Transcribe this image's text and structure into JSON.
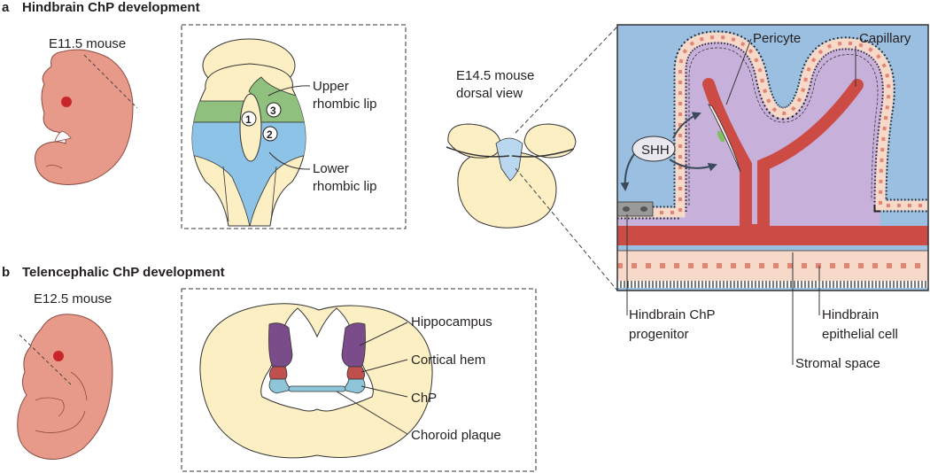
{
  "panel_a": {
    "letter": "a",
    "title": "Hindbrain ChP development",
    "stage_label": "E11.5 mouse",
    "upper_lip_1": "Upper",
    "upper_lip_2": "rhombic lip",
    "lower_lip_1": "Lower",
    "lower_lip_2": "rhombic lip",
    "region_1": "1",
    "region_2": "2",
    "region_3": "3",
    "dorsal_label_1": "E14.5 mouse",
    "dorsal_label_2": "dorsal view"
  },
  "panel_b": {
    "letter": "b",
    "title": "Telencephalic ChP development",
    "stage_label": "E12.5 mouse",
    "hippocampus": "Hippocampus",
    "cortical_hem": "Cortical hem",
    "chp": "ChP",
    "choroid_plaque": "Choroid plaque"
  },
  "detail": {
    "pericyte": "Pericyte",
    "capillary": "Capillary",
    "shh": "SHH",
    "progenitor_1": "Hindbrain ChP",
    "progenitor_2": "progenitor",
    "epithelial_1": "Hindbrain",
    "epithelial_2": "epithelial cell",
    "stromal": "Stromal space"
  },
  "colors": {
    "embryo": "#e89a8a",
    "brain_tissue": "#fdefc4",
    "upper_lip": "#8fc07e",
    "lower_lip": "#8cc3e6",
    "hippocampus": "#7a4c8a",
    "cortical_hem": "#c0504d",
    "chp": "#8fc5d8",
    "background_blue": "#9bbfe0",
    "stroma": "#c7b0da",
    "capillary": "#cc4c45",
    "epithelium": "#f6d9c9"
  }
}
